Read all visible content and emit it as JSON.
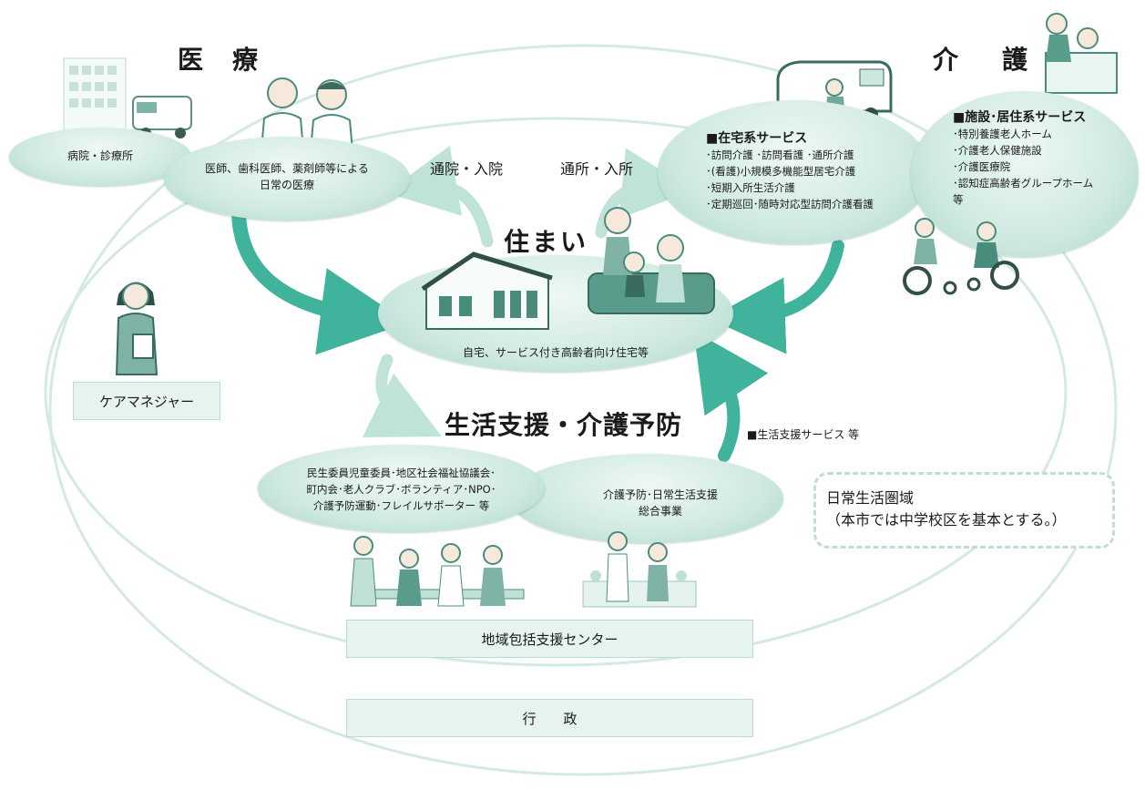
{
  "colors": {
    "ring": "#cfe6dd",
    "arrow": "#3fb39b",
    "arrow_light": "#bfe3d8",
    "bubble": "#cfe9e1",
    "figure": "#4a8c7c"
  },
  "headings": {
    "medical": "医　療",
    "care": "介　護",
    "housing": "住まい",
    "livelihood": "生活支援・介護予防"
  },
  "medical": {
    "hospital_label": "病院・診療所",
    "daily_care_line1": "医師、歯科医師、薬剤師等による",
    "daily_care_line2": "日常の医療"
  },
  "flows": {
    "to_hospital": "通院・入院",
    "to_facility": "通所・入所",
    "livelihood_services": "■生活支援サービス 等"
  },
  "care": {
    "home_services": {
      "title": "■在宅系サービス",
      "items": [
        "･訪問介護 ･訪問看護 ･通所介護",
        "･(看護)小規模多機能型居宅介護",
        "･短期入所生活介護",
        "･定期巡回･随時対応型訪問介護看護"
      ]
    },
    "facility_services": {
      "title": "■施設･居住系サービス",
      "items": [
        "･特別養護老人ホーム",
        "･介護老人保健施設",
        "･介護医療院",
        "･認知症高齢者グループホーム",
        "等"
      ]
    }
  },
  "housing": {
    "caption": "自宅、サービス付き高齢者向け住宅等"
  },
  "livelihood": {
    "community_lines": [
      "民生委員児童委員･地区社会福祉協議会･",
      "町内会･老人クラブ･ボランティア･NPO･",
      "介護予防運動･フレイルサポーター 等"
    ],
    "program_line1": "介護予防･日常生活支援",
    "program_line2": "総合事業"
  },
  "care_manager": "ケアマネジャー",
  "support_center": "地域包括支援センター",
  "administration": "行　　政",
  "daily_area": {
    "line1": "日常生活圏域",
    "line2": "（本市では中学校区を基本とする。）"
  }
}
